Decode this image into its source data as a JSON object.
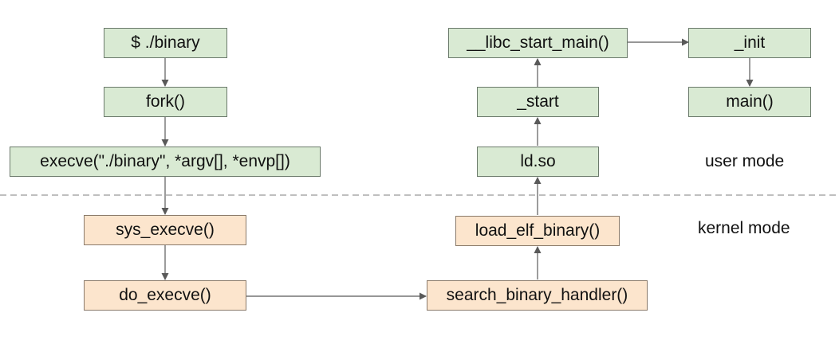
{
  "boxes": {
    "shell": "$ ./binary",
    "fork": "fork()",
    "execve": "execve(\"./binary\", *argv[], *envp[])",
    "sys_execve": "sys_execve()",
    "do_execve": "do_execve()",
    "search_binary_handler": "search_binary_handler()",
    "load_elf_binary": "load_elf_binary()",
    "ld_so": "ld.so",
    "start": "_start",
    "libc_start_main": "__libc_start_main()",
    "init": "_init",
    "main": "main()"
  },
  "labels": {
    "user_mode": "user mode",
    "kernel_mode": "kernel mode"
  },
  "colors": {
    "user_fill": "#d9ead3",
    "kernel_fill": "#fce5cd",
    "arrow": "#595959",
    "separator": "#7f7f7f"
  }
}
